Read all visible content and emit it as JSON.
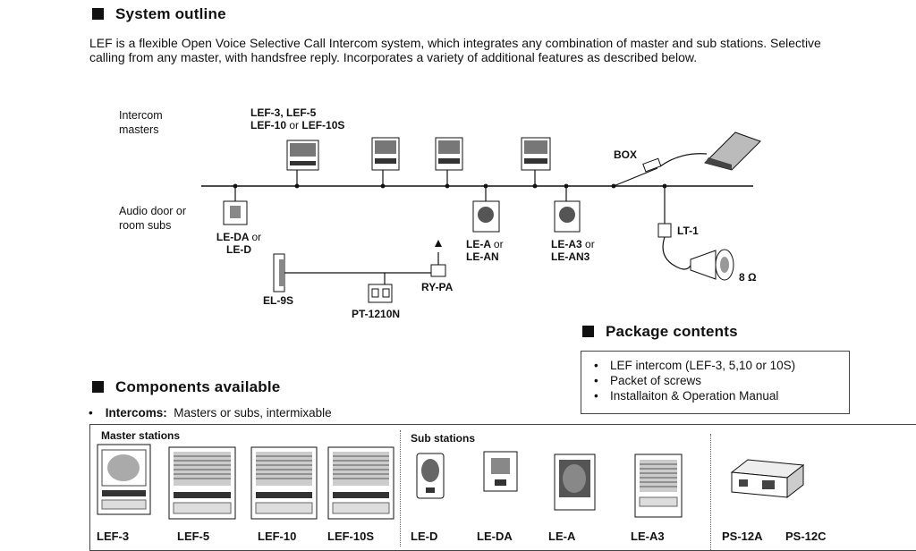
{
  "system_outline": {
    "heading": "System outline",
    "intro": "LEF is a flexible Open Voice Selective Call Intercom system, which integrates any combination of master and sub stations.  Selective calling from any master, with handsfree reply.  Incorporates a variety of additional features as described below."
  },
  "diagram": {
    "masters_label": "Intercom masters",
    "subs_label": "Audio door or room subs",
    "master_models": [
      "LEF-3, LEF-5",
      "LEF-10",
      "or",
      "LEF-10S"
    ],
    "box_label": "BOX",
    "le_da": [
      "LE-DA",
      "or",
      "LE-D"
    ],
    "le_a": [
      "LE-A",
      "or",
      "LE-AN"
    ],
    "le_a3": [
      "LE-A3",
      "or",
      "LE-AN3"
    ],
    "lt1": "LT-1",
    "ohm": "8 Ω",
    "el9s": "EL-9S",
    "rypa": "RY-PA",
    "pt1210n": "PT-1210N"
  },
  "package_contents": {
    "heading": "Package contents",
    "items": [
      "LEF intercom (LEF-3, 5,10 or 10S)",
      "Packet of screws",
      "Installaiton & Operation Manual"
    ]
  },
  "components": {
    "heading": "Components available",
    "bullet_bold": "Intercoms:",
    "bullet_text": "Masters or subs, intermixable",
    "master_title": "Master stations",
    "sub_title": "Sub stations",
    "bottom_labels": [
      "LEF-3",
      "LEF-5",
      "LEF-10",
      "LEF-10S",
      "LE-D",
      "LE-DA",
      "LE-A",
      "LE-A3",
      "PS-12A",
      "PS-12C"
    ]
  }
}
